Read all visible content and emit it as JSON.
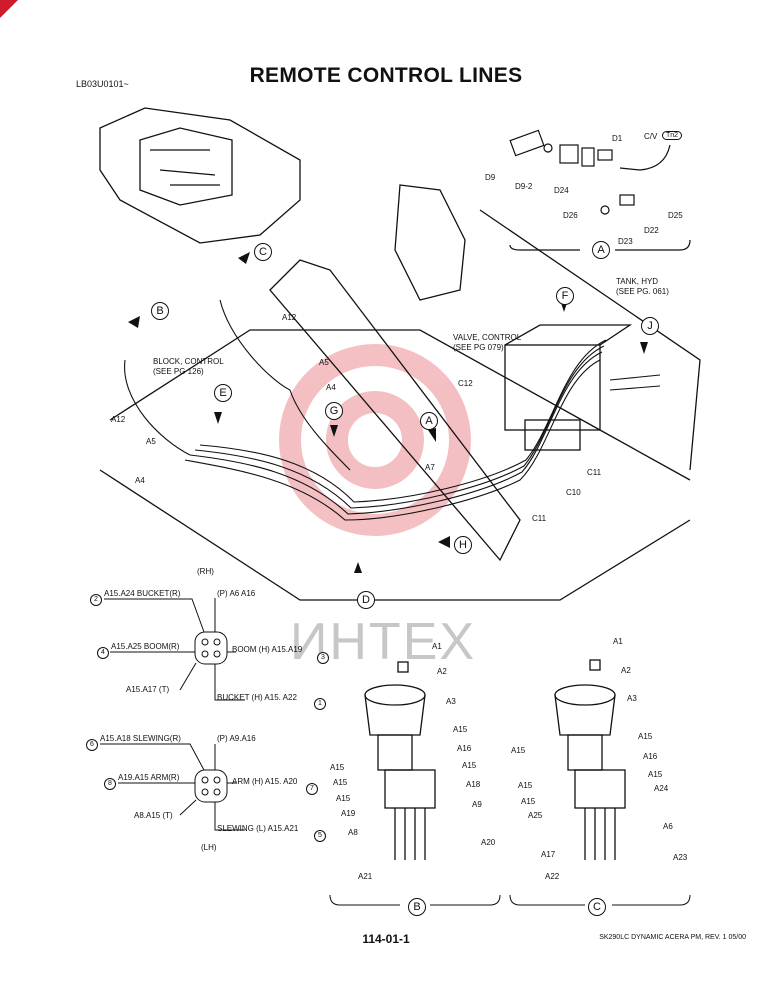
{
  "header": {
    "code": "LB03U0101~",
    "title": "REMOTE CONTROL LINES"
  },
  "watermark": "ИНТЕХ",
  "callouts": [
    "A",
    "B",
    "C",
    "D",
    "E",
    "F",
    "G",
    "H",
    "J"
  ],
  "labels": {
    "block_control": "BLOCK, CONTROL",
    "block_control_ref": "(SEE PG 126)",
    "valve_control": "VALVE, CONTROL",
    "valve_control_ref": "(SEE PG 079)",
    "tank_hyd": "TANK, HYD",
    "tank_hyd_ref": "(SEE PG. 061)",
    "cv": "C/V",
    "cv_tag": "Tn2"
  },
  "parts": {
    "d1": "D1",
    "d9": "D9",
    "d9_2": "D9-2",
    "d22": "D22",
    "d23": "D23",
    "d24": "D24",
    "d25": "D25",
    "d26": "D26",
    "a4": "A4",
    "a5": "A5",
    "a7": "A7",
    "a12": "A12",
    "c10": "C10",
    "c11": "C11",
    "c12": "C12",
    "a1": "A1",
    "a2": "A2",
    "a3": "A3",
    "a6": "A6",
    "a8": "A8",
    "a9": "A9",
    "a15": "A15",
    "a16": "A16",
    "a17": "A17",
    "a18": "A18",
    "a19": "A19",
    "a20": "A20",
    "a21": "A21",
    "a22": "A22",
    "a23": "A23",
    "a24": "A24",
    "a25": "A25"
  },
  "rh_pattern": {
    "side": "(RH)",
    "top_left": "A15.A24 BUCKET(R)",
    "top_right": "(P) A6 A16",
    "left": "A15.A25 BOOM(R)",
    "right": "BOOM (H) A15.A19",
    "bottom_left": "A15.A17 (T)",
    "bottom_right": "BUCKET (H) A15. A22",
    "n_top_left": "2",
    "n_left": "4",
    "n_right": "3",
    "n_bottom_right": "1"
  },
  "lh_pattern": {
    "side": "(LH)",
    "top_left": "A15.A18 SLEWING(R)",
    "top_right": "(P) A9.A16",
    "left": "A19.A15 ARM(R)",
    "right": "ARM (H) A15. A20",
    "bottom_left": "A8.A15 (T)",
    "bottom_right": "SLEWING (L) A15.A21",
    "n_top_left": "6",
    "n_left": "8",
    "n_right": "7",
    "n_bottom_right": "5"
  },
  "footer": {
    "page": "114-01-1",
    "ref": "SK290LC DYNAMIC ACERA PM, REV. 1 05/00"
  },
  "colors": {
    "corner": "#d01b2a",
    "watermark_red": "#f3b5b8"
  }
}
